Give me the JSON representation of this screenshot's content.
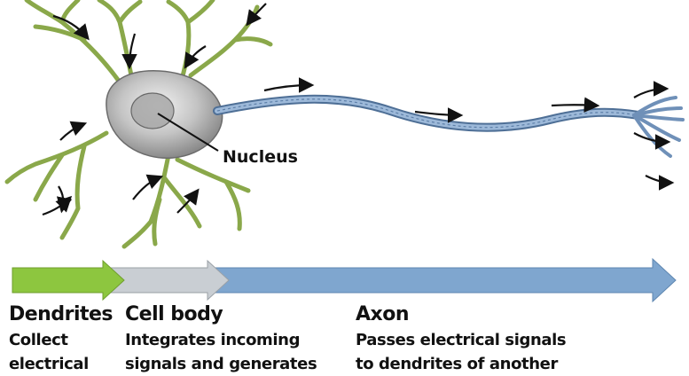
{
  "diagram": {
    "nucleus_label": "Nucleus",
    "sections": [
      {
        "heading": "Dendrites",
        "description_lines": [
          "Collect",
          "electrical"
        ],
        "color": "#8dc63f"
      },
      {
        "heading": "Cell body",
        "description_lines": [
          "Integrates incoming",
          "signals and generates"
        ],
        "color": "#c9ced3"
      },
      {
        "heading": "Axon",
        "description_lines": [
          "Passes electrical signals",
          "to dendrites of another"
        ],
        "color": "#7fa6cf"
      }
    ],
    "colors": {
      "dendrite": "#8aa84a",
      "dendrite_light": "#b5c97a",
      "cell_body": "#bfbfbf",
      "axon": "#7f9fc4",
      "arrow": "#111111"
    }
  }
}
